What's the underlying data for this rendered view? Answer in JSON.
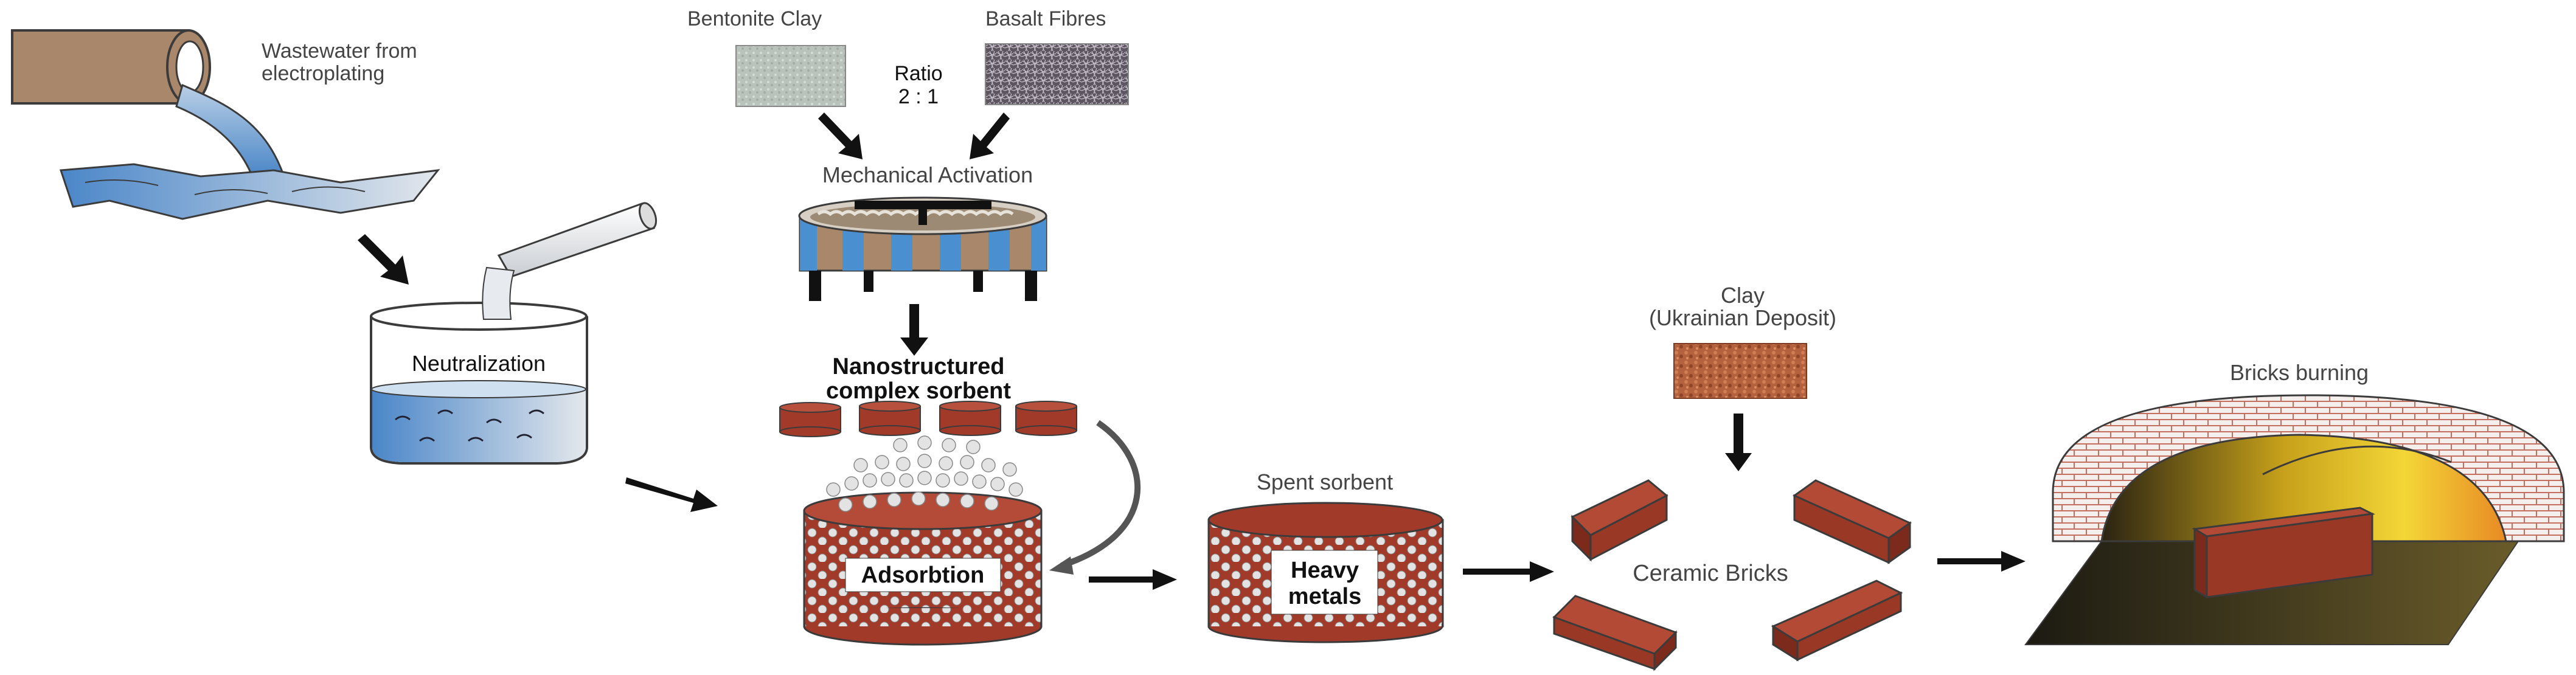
{
  "wastewater": {
    "label_line1": "Wastewater from",
    "label_line2": "electroplating"
  },
  "neutralization": {
    "label": "Neutralization"
  },
  "inputs": {
    "bentonite": "Bentonite Clay",
    "basalt": "Basalt Fibres",
    "ratio_label": "Ratio",
    "ratio_value": "2 : 1"
  },
  "mechanical_activation": {
    "label": "Mechanical Activation"
  },
  "sorbent": {
    "label_line1": "Nanostructured",
    "label_line2": "complex sorbent"
  },
  "adsorption": {
    "label": "Adsorbtion"
  },
  "spent_sorbent": {
    "title": "Spent sorbent",
    "label_line1": "Heavy",
    "label_line2": "metals"
  },
  "clay": {
    "label_line1": "Clay",
    "label_line2": "(Ukrainian Deposit)"
  },
  "ceramic_bricks": {
    "label": "Ceramic Bricks"
  },
  "bricks_burning": {
    "label": "Bricks burning"
  },
  "colors": {
    "water_blue": "#4a8fd0",
    "brick_red": "#a23a2a",
    "pipe_brown": "#a9876a",
    "arrow": "#111111"
  }
}
